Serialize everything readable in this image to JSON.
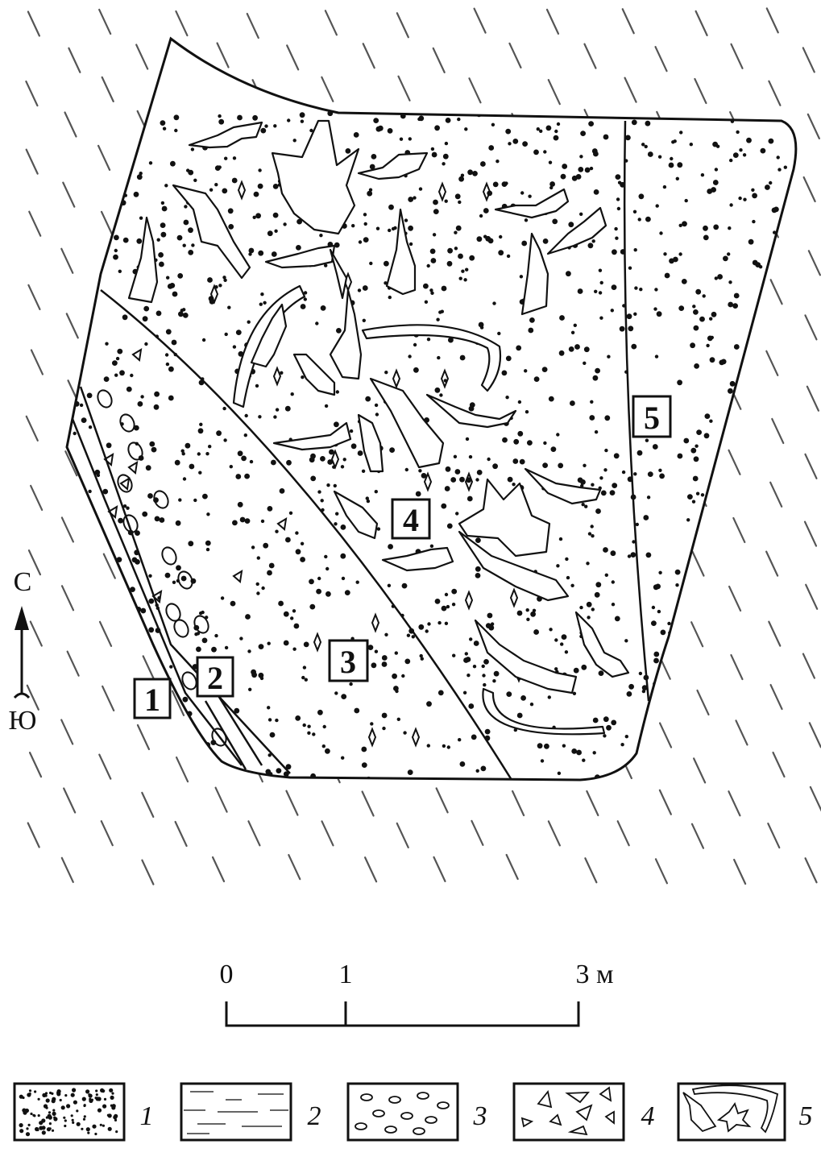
{
  "compass": {
    "north": "С",
    "south": "Ю"
  },
  "area_labels": [
    "1",
    "2",
    "3",
    "4",
    "5"
  ],
  "scale": {
    "ticks": [
      "0",
      "1",
      "3 м"
    ]
  },
  "legend": [
    {
      "number": "1",
      "pattern": "dense-dots"
    },
    {
      "number": "2",
      "pattern": "horizontal-dashes"
    },
    {
      "number": "3",
      "pattern": "ovals"
    },
    {
      "number": "4",
      "pattern": "triangles"
    },
    {
      "number": "5",
      "pattern": "bone-outlines"
    }
  ]
}
